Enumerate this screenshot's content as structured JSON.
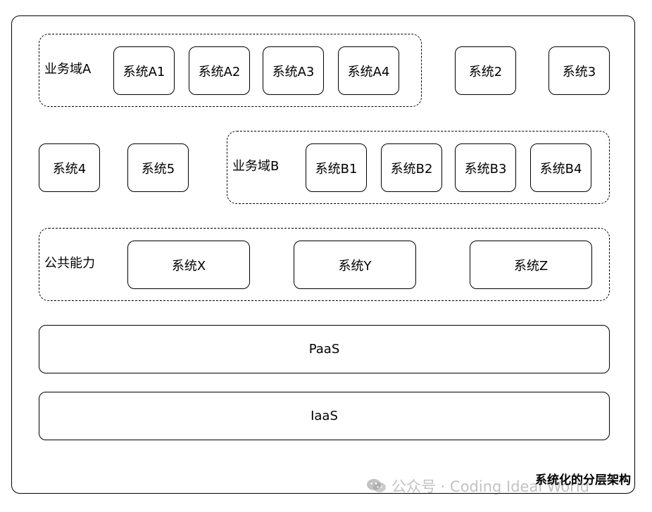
{
  "groups": {
    "domain_a": {
      "label": "业务域A",
      "systems": [
        "系统A1",
        "系统A2",
        "系统A3",
        "系统A4"
      ]
    },
    "domain_b": {
      "label": "业务域B",
      "systems": [
        "系统B1",
        "系统B2",
        "系统B3",
        "系统B4"
      ]
    },
    "public": {
      "label": "公共能力",
      "systems": [
        "系统X",
        "系统Y",
        "系统Z"
      ]
    }
  },
  "standalone": {
    "system2": "系统2",
    "system3": "系统3",
    "system4": "系统4",
    "system5": "系统5"
  },
  "layers": {
    "paas": "PaaS",
    "iaas": "IaaS"
  },
  "footer": {
    "title": "系统化的分层架构",
    "watermark": "公众号 · Coding Ideal World"
  },
  "icons": {
    "watermark": "wechat-icon"
  }
}
